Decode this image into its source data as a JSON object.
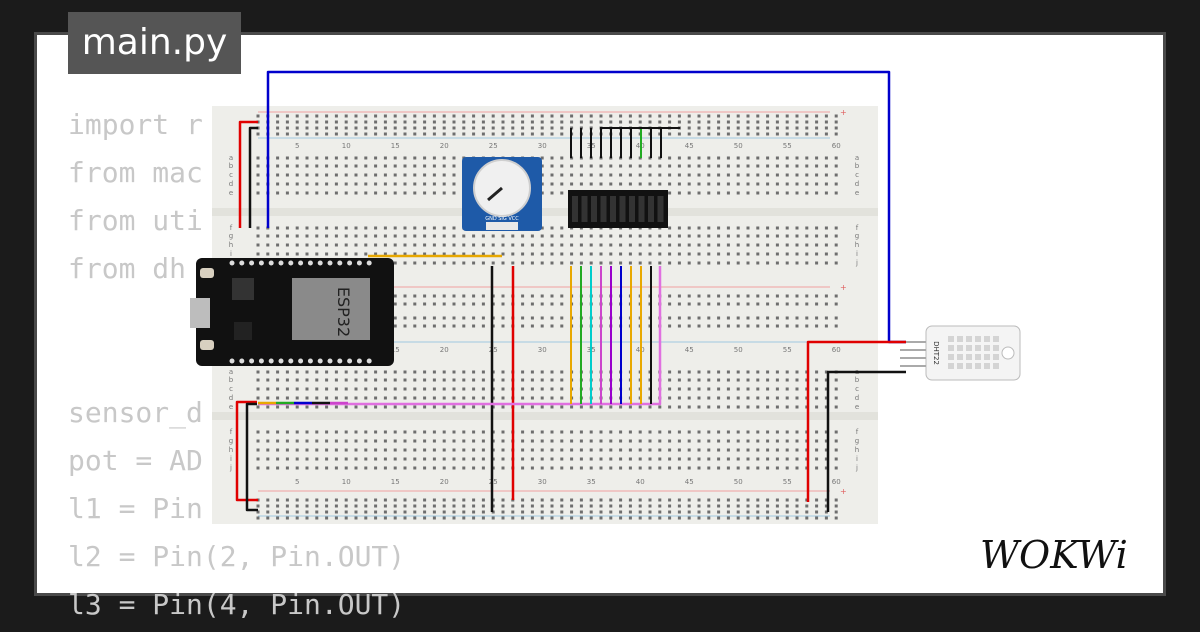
{
  "tab": {
    "label": "main.py"
  },
  "code": {
    "lines": [
      "import r",
      "from mac",
      "from uti",
      "from dh",
      "",
      "",
      "sensor_d",
      "pot = AD",
      "l1 = Pin",
      "l2 = Pin(2, Pin.OUT)",
      "l3 = Pin(4, Pin.OUT)"
    ]
  },
  "breadboard": {
    "col_numbers": [
      "5",
      "10",
      "15",
      "20",
      "25",
      "30",
      "35",
      "40",
      "45",
      "50",
      "55",
      "60"
    ],
    "row_letters_top": [
      "a",
      "b",
      "c",
      "d",
      "e"
    ],
    "row_letters_bottom": [
      "f",
      "g",
      "h",
      "i",
      "j"
    ],
    "plus": "+",
    "minus": "-"
  },
  "esp32": {
    "label": "ESP32"
  },
  "dht": {
    "label": "DHT22"
  },
  "pot": {
    "pins": "GND SIG VCC"
  },
  "logo": {
    "text": "WOKWi"
  },
  "colors": {
    "board": "#eeeeea",
    "code": "#c8c8c8",
    "tab": "#555555",
    "frame": "#4a4a4a",
    "background": "#1b1b1b",
    "wire_red": "#e00000",
    "wire_blue": "#0000cc",
    "wire_black": "#111111"
  }
}
